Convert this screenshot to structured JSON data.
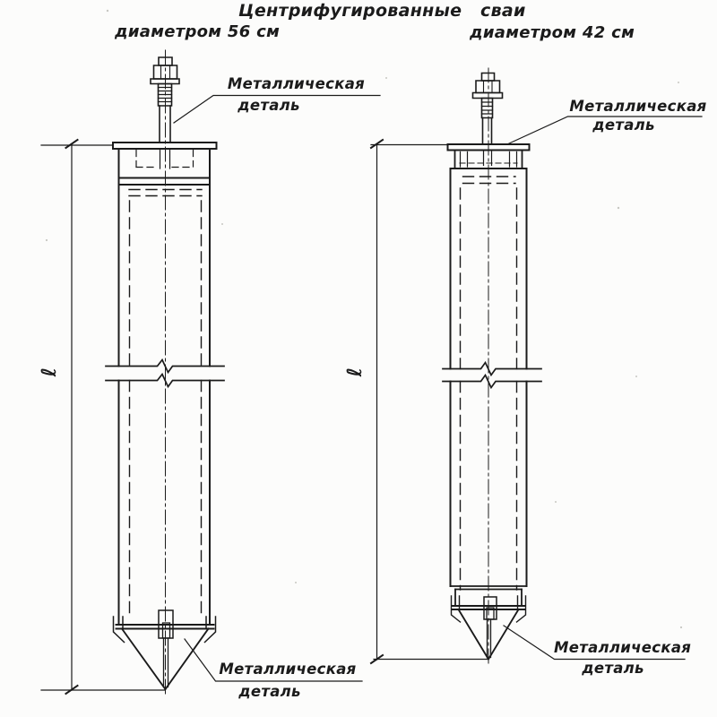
{
  "drawing": {
    "title": "Центрифугированные   сваи",
    "piles": {
      "left": {
        "subtitle": "диаметром 56 см",
        "top_label": {
          "line1": "Металлическая",
          "line2": "деталь"
        },
        "bottom_label": {
          "line1": "Металлическая",
          "line2": "деталь"
        },
        "length_dim": "ℓ"
      },
      "right": {
        "subtitle": "диаметром 42 см",
        "top_label": {
          "line1": "Металлическая",
          "line2": "деталь"
        },
        "bottom_label": {
          "line1": "Металлическая",
          "line2": "деталь"
        },
        "length_dim": "ℓ"
      }
    }
  },
  "colors": {
    "ink": "#1b1b1b",
    "paper": "#fcfcfb"
  }
}
